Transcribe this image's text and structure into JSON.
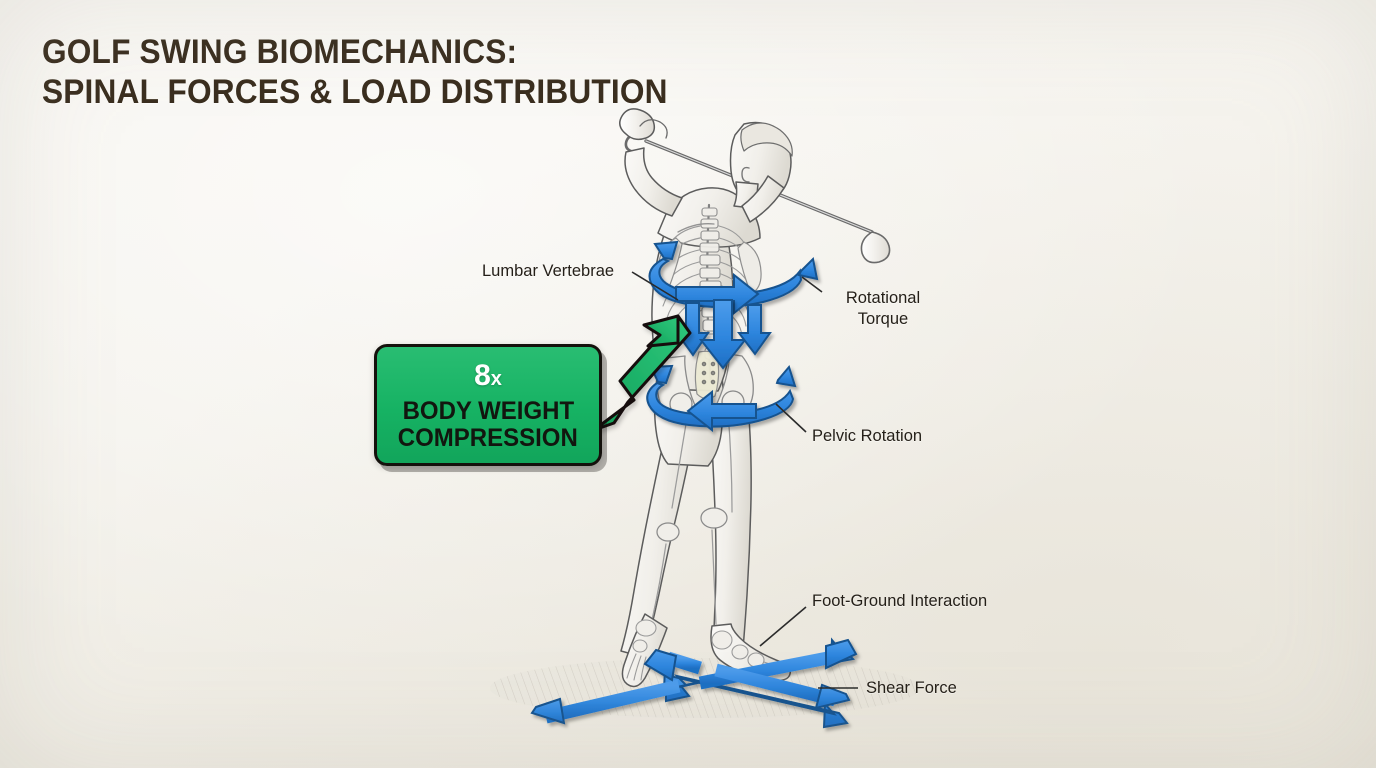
{
  "title": {
    "line1": "GOLF SWING BIOMECHANICS:",
    "line2": "SPINAL FORCES & LOAD DISTRIBUTION",
    "color": "#3a2e1f"
  },
  "callout": {
    "multiplier_value": "8",
    "multiplier_unit": "x",
    "line1": "BODY WEIGHT",
    "line2": "COMPRESSION",
    "fill_color": "#16b263",
    "border_color": "#14110c",
    "value_color": "#ffffff",
    "text_color": "#12160f",
    "arrow_color": "#1fae66"
  },
  "labels": {
    "lumbar": "Lumbar Vertebrae",
    "rotational_torque": "Rotational\nTorque",
    "pelvic_rotation": "Pelvic Rotation",
    "foot_ground": "Foot-Ground Interaction",
    "shear_force": "Shear Force"
  },
  "palette": {
    "background": "#f6f4ef",
    "arrow_blue": "#2e86de",
    "arrow_blue_dark": "#1d5fa8",
    "bone": "#f2f0ec",
    "outline": "#4a4a4a",
    "ground_hatch": "#b9b5ab"
  },
  "figure": {
    "name": "golfer-skeleton-back-view",
    "pose": "top-of-backswing",
    "equipment": "golf-club"
  },
  "force_annotations": [
    {
      "name": "shoulder-rotational-torque",
      "type": "rotation-band",
      "color": "#2e86de",
      "region": "thoracic-lumbar"
    },
    {
      "name": "spinal-compression",
      "type": "down-arrows",
      "count": 3,
      "color": "#2e86de",
      "region": "lumbar"
    },
    {
      "name": "pelvic-rotation",
      "type": "rotation-band",
      "color": "#2e86de",
      "region": "pelvis"
    },
    {
      "name": "ground-reaction-shear",
      "type": "double-arrow-cross",
      "count": 2,
      "color": "#2e86de",
      "region": "lead-foot"
    }
  ]
}
